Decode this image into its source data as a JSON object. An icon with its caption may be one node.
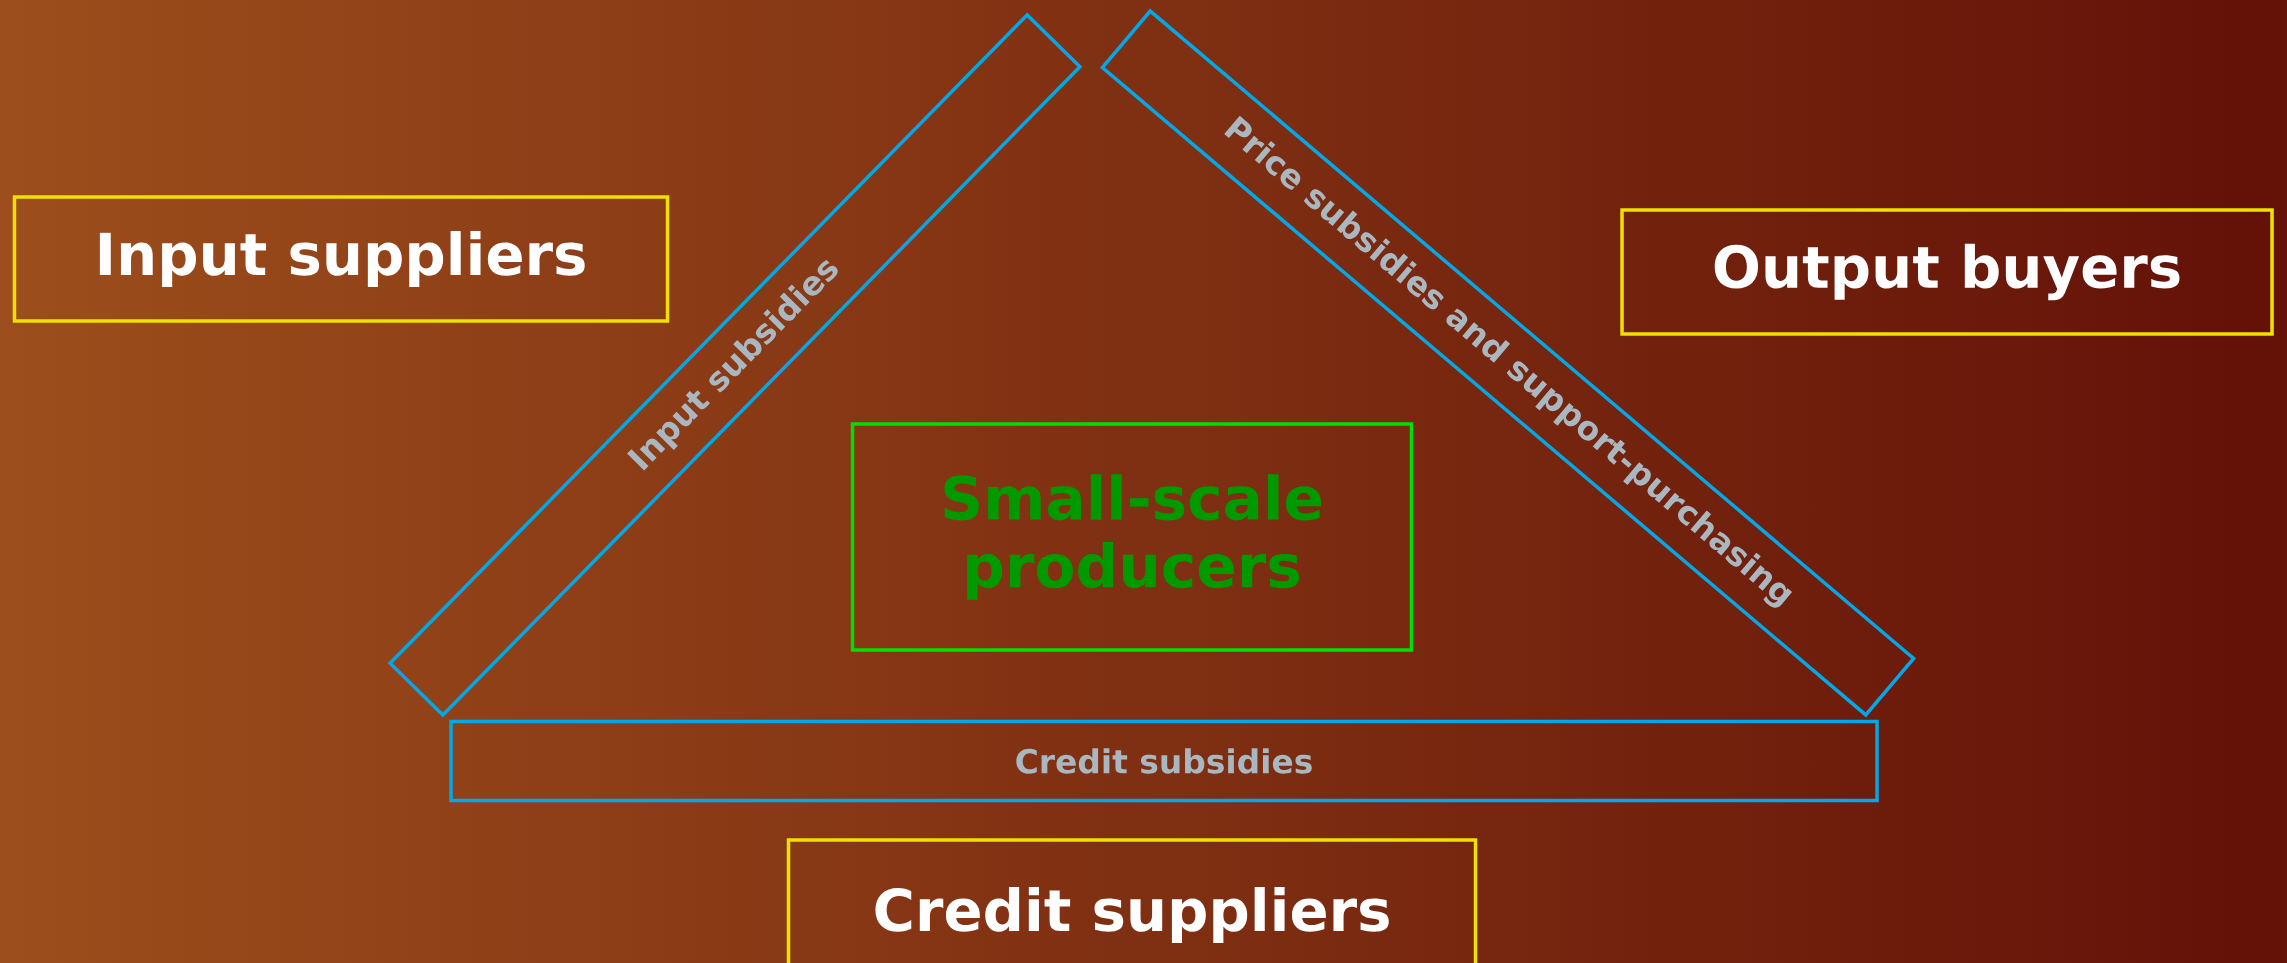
{
  "diagram": {
    "nodes": [
      {
        "text": [
          "Input subsidies"
        ]
      },
      {
        "text": [
          "Price subsidies and support-purchasing"
        ]
      },
      {
        "text": [
          "Input suppliers"
        ]
      },
      {
        "text": [
          "Output buyers"
        ]
      },
      {
        "text": [
          "Small-scale producers"
        ]
      },
      {
        "text": [
          "Credit subsidies"
        ]
      },
      {
        "text": [
          "Credit suppliers"
        ]
      }
    ]
  }
}
